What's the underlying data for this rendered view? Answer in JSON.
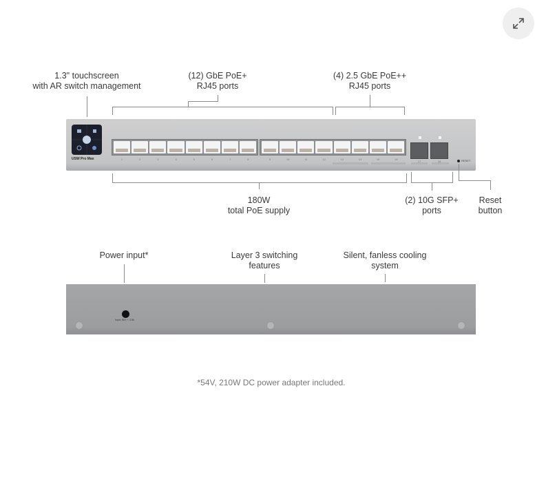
{
  "expand_button": {
    "icon": "expand-arrows-icon"
  },
  "front_panel": {
    "model_label": "USW Pro Max",
    "reset_label": "RESET",
    "port_numbers": [
      "1",
      "2",
      "3",
      "4",
      "5",
      "6",
      "7",
      "8",
      "9",
      "10",
      "11",
      "12",
      "13",
      "14",
      "15",
      "16"
    ],
    "sfp_numbers": [
      "17",
      "18"
    ]
  },
  "callouts_front": {
    "touchscreen": [
      "1.3\" touchscreen",
      "with AR switch management"
    ],
    "gbe_ports": [
      "(12) GbE PoE+",
      "RJ45 ports"
    ],
    "ports_25g": [
      "(4) 2.5 GbE PoE++",
      "RJ45 ports"
    ],
    "poe_supply": [
      "180W",
      "total PoE supply"
    ],
    "sfp_ports": [
      "(2) 10G SFP+",
      "ports"
    ],
    "reset_button": [
      "Reset",
      "button"
    ]
  },
  "back_panel": {
    "power_label": "Input: 54V ⎓ 3.9A"
  },
  "callouts_back": {
    "power_input": [
      "Power input*"
    ],
    "layer3": [
      "Layer 3 switching",
      "features"
    ],
    "cooling": [
      "Silent, fanless cooling",
      "system"
    ]
  },
  "footnote": "*54V, 210W DC power adapter included."
}
